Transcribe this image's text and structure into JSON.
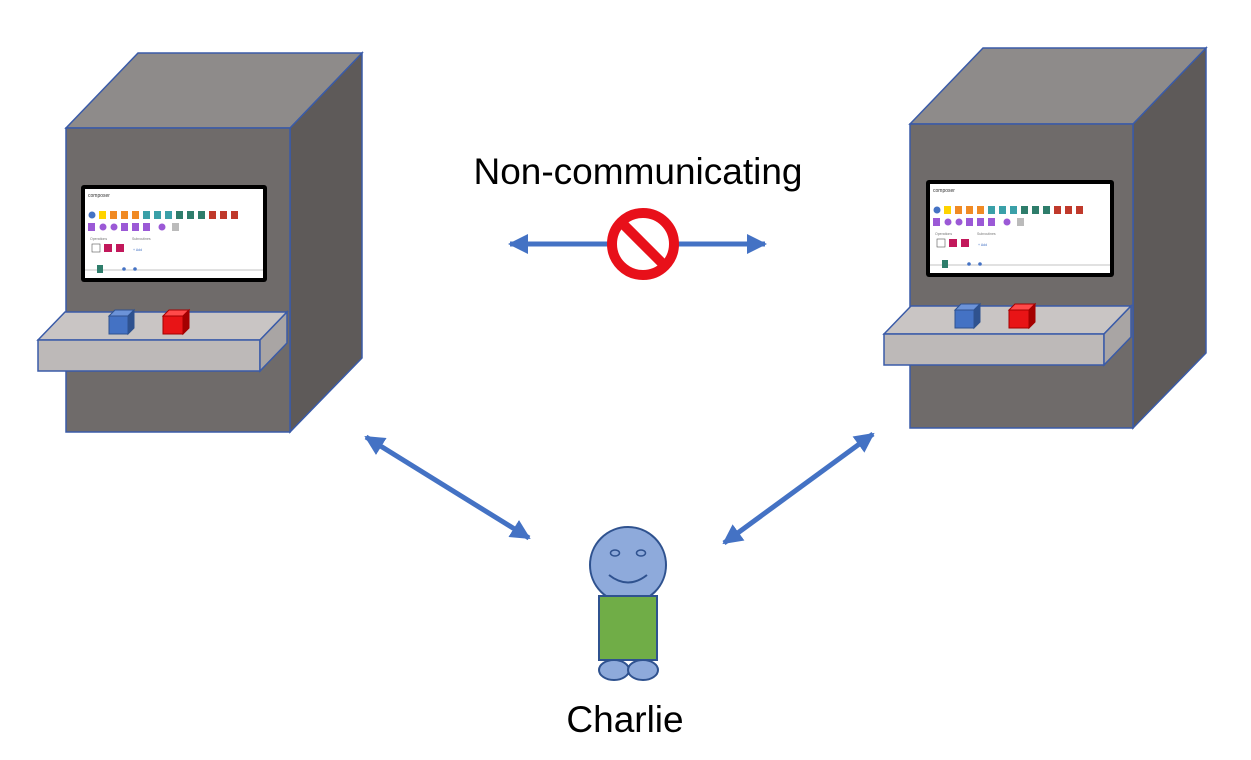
{
  "diagram": {
    "top_label": "Non-communicating",
    "person_label": "Charlie"
  },
  "screen": {
    "title": "composer",
    "ops_heading": "Operations",
    "sub_heading": "Subroutines",
    "add_label": "+ Add"
  },
  "colors": {
    "cabinet_front": "#6f6b6a",
    "cabinet_top": "#8e8b8a",
    "cabinet_side": "#5e5a59",
    "cabinet_outline": "#3a5ba8",
    "panel": "#bdb9b8",
    "button_blue": "#4472c4",
    "button_red": "#e81416",
    "arrow": "#4472c4",
    "no_sign": "#e8101a",
    "person_head": "#8eaadb",
    "person_body": "#70ad47"
  }
}
